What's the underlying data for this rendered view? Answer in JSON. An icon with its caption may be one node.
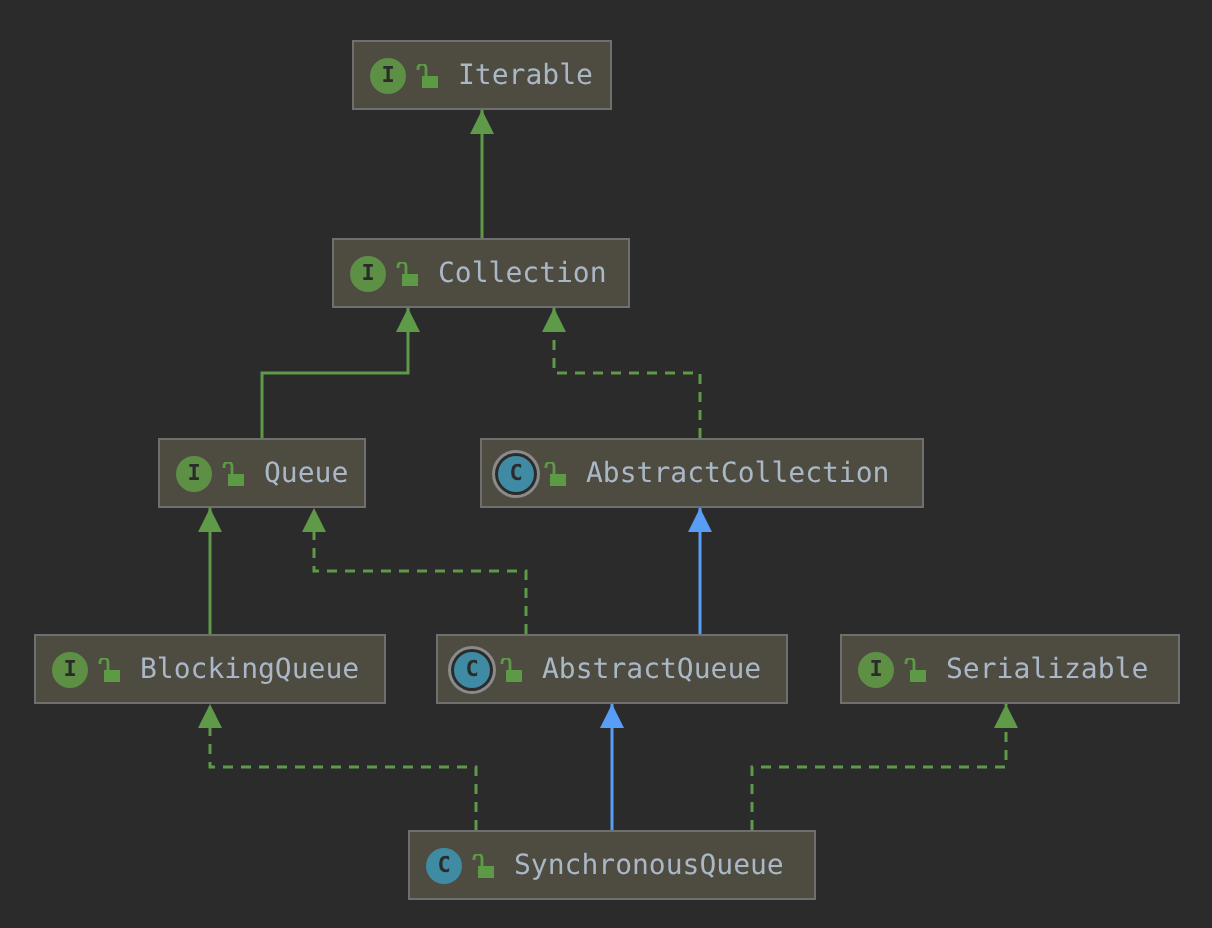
{
  "diagram": {
    "nodes": [
      {
        "text": [
          "I",
          "Iterable"
        ]
      },
      {
        "text": [
          "I",
          "Collection"
        ]
      },
      {
        "text": [
          "I",
          "Queue"
        ]
      },
      {
        "text": [
          "C",
          "AbstractCollection"
        ]
      },
      {
        "text": [
          "I",
          "BlockingQueue"
        ]
      },
      {
        "text": [
          "C",
          "AbstractQueue"
        ]
      },
      {
        "text": [
          "I",
          "Serializable"
        ]
      },
      {
        "text": [
          "C",
          "SynchronousQueue"
        ]
      }
    ],
    "edges": [
      {
        "from": 1,
        "to": 0,
        "arrow": "to"
      },
      {
        "from": 2,
        "to": 1,
        "arrow": "to"
      },
      {
        "from": 3,
        "to": 1,
        "arrow": "to",
        "style": "dashed"
      },
      {
        "from": 4,
        "to": 2,
        "arrow": "to"
      },
      {
        "from": 5,
        "to": 2,
        "arrow": "to",
        "style": "dashed"
      },
      {
        "from": 5,
        "to": 3,
        "arrow": "to",
        "color": "#589df6"
      },
      {
        "from": 7,
        "to": 4,
        "arrow": "to",
        "style": "dashed"
      },
      {
        "from": 7,
        "to": 5,
        "arrow": "to",
        "color": "#589df6"
      },
      {
        "from": 7,
        "to": 6,
        "arrow": "to",
        "style": "dashed"
      }
    ]
  }
}
